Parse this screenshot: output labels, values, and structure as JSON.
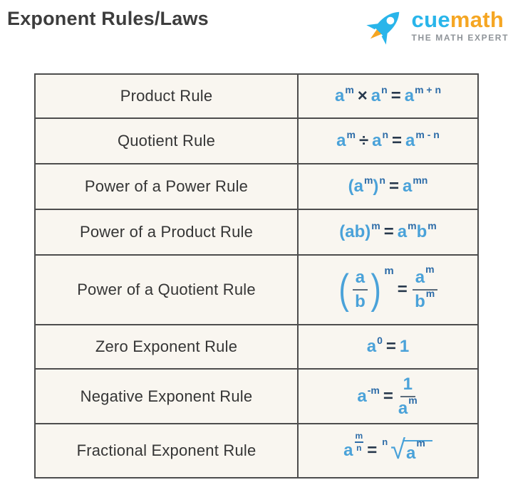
{
  "page": {
    "title": "Exponent Rules/Laws"
  },
  "logo": {
    "brand_cue": "cue",
    "brand_math": "math",
    "tagline": "THE MATH EXPERT",
    "rocket_icon": "rocket-icon",
    "colors": {
      "cue": "#29b5ea",
      "math": "#f5a623",
      "tagline": "#8f9499",
      "rocket_body": "#29b5ea",
      "rocket_flame": "#f5a623"
    }
  },
  "colors": {
    "formula_base": "#4aa2d9",
    "formula_exponent": "#2d6ca8",
    "formula_operator": "#28394d",
    "table_border": "#4d4d4d",
    "cell_background": "#f9f6f0",
    "rule_text": "#353535",
    "title_text": "#3d3d3d"
  },
  "table": {
    "rows": [
      {
        "rule": "Product Rule",
        "formula": [
          {
            "t": "b",
            "v": "a"
          },
          {
            "t": "s",
            "v": "m"
          },
          {
            "t": "o",
            "v": "×"
          },
          {
            "t": "b",
            "v": "a"
          },
          {
            "t": "s",
            "v": "n"
          },
          {
            "t": "o",
            "v": "="
          },
          {
            "t": "b",
            "v": "a"
          },
          {
            "t": "s",
            "v": "m + n"
          }
        ]
      },
      {
        "rule": "Quotient Rule",
        "formula": [
          {
            "t": "b",
            "v": "a"
          },
          {
            "t": "s",
            "v": "m"
          },
          {
            "t": "o",
            "v": "÷"
          },
          {
            "t": "b",
            "v": "a"
          },
          {
            "t": "s",
            "v": "n"
          },
          {
            "t": "o",
            "v": "="
          },
          {
            "t": "b",
            "v": "a"
          },
          {
            "t": "s",
            "v": "m - n"
          }
        ]
      },
      {
        "rule": "Power of a Power Rule",
        "formula": [
          {
            "t": "b",
            "v": "(a"
          },
          {
            "t": "s",
            "v": "m"
          },
          {
            "t": "b",
            "v": ")"
          },
          {
            "t": "s",
            "v": "n"
          },
          {
            "t": "o",
            "v": "="
          },
          {
            "t": "b",
            "v": "a"
          },
          {
            "t": "s",
            "v": "mn"
          }
        ]
      },
      {
        "rule": "Power of a Product Rule",
        "formula": [
          {
            "t": "b",
            "v": "(ab)"
          },
          {
            "t": "s",
            "v": "m"
          },
          {
            "t": "o",
            "v": "="
          },
          {
            "t": "b",
            "v": "a"
          },
          {
            "t": "s",
            "v": "m"
          },
          {
            "t": "b",
            "v": "b"
          },
          {
            "t": "s",
            "v": "m"
          }
        ]
      },
      {
        "rule": "Power of a Quotient Rule",
        "formula": [
          {
            "t": "paren",
            "sup": "m",
            "inner": [
              {
                "t": "frac",
                "num": [
                  {
                    "t": "b",
                    "v": "a"
                  }
                ],
                "den": [
                  {
                    "t": "b",
                    "v": "b"
                  }
                ]
              }
            ]
          },
          {
            "t": "o",
            "v": "="
          },
          {
            "t": "frac",
            "num": [
              {
                "t": "b",
                "v": "a"
              },
              {
                "t": "s",
                "v": "m"
              }
            ],
            "den": [
              {
                "t": "b",
                "v": "b"
              },
              {
                "t": "s",
                "v": "m"
              }
            ]
          }
        ]
      },
      {
        "rule": "Zero Exponent Rule",
        "formula": [
          {
            "t": "b",
            "v": "a"
          },
          {
            "t": "s",
            "v": "0"
          },
          {
            "t": "o",
            "v": "="
          },
          {
            "t": "b",
            "v": "1"
          }
        ]
      },
      {
        "rule": "Negative Exponent Rule",
        "formula": [
          {
            "t": "b",
            "v": "a"
          },
          {
            "t": "s",
            "v": "-m"
          },
          {
            "t": "o",
            "v": "="
          },
          {
            "t": "frac",
            "num": [
              {
                "t": "b",
                "v": "1"
              }
            ],
            "den": [
              {
                "t": "b",
                "v": "a"
              },
              {
                "t": "s",
                "v": "m"
              }
            ]
          }
        ]
      },
      {
        "rule": "Fractional Exponent Rule",
        "formula": [
          {
            "t": "b",
            "v": "a"
          },
          {
            "t": "supfrac",
            "num": "m",
            "den": "n"
          },
          {
            "t": "o",
            "v": "="
          },
          {
            "t": "idx",
            "v": "n"
          },
          {
            "t": "sqrt",
            "inner": [
              {
                "t": "b",
                "v": "a"
              },
              {
                "t": "s",
                "v": "m"
              }
            ]
          }
        ]
      }
    ]
  }
}
